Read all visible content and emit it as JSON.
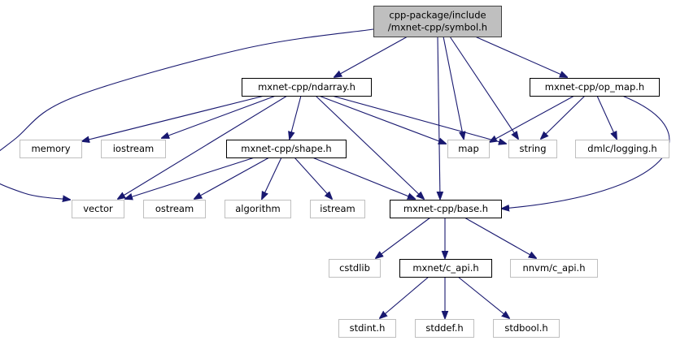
{
  "graph": {
    "title": "Include dependency graph for symbol.h",
    "colors": {
      "edge": "#191970",
      "root_fill": "#bfbfbf",
      "root_stroke": "#404040",
      "documented_stroke": "#000000",
      "external_stroke": "#bfbfbf",
      "node_fill": "#ffffff"
    },
    "nodes": [
      {
        "id": "symbol",
        "lines": [
          "cpp-package/include",
          "/mxnet-cpp/symbol.h"
        ],
        "kind": "root"
      },
      {
        "id": "ndarray",
        "lines": [
          "mxnet-cpp/ndarray.h"
        ],
        "kind": "documented"
      },
      {
        "id": "op_map",
        "lines": [
          "mxnet-cpp/op_map.h"
        ],
        "kind": "documented"
      },
      {
        "id": "memory",
        "lines": [
          "memory"
        ],
        "kind": "external"
      },
      {
        "id": "iostream",
        "lines": [
          "iostream"
        ],
        "kind": "external"
      },
      {
        "id": "shape",
        "lines": [
          "mxnet-cpp/shape.h"
        ],
        "kind": "documented"
      },
      {
        "id": "map",
        "lines": [
          "map"
        ],
        "kind": "external"
      },
      {
        "id": "string",
        "lines": [
          "string"
        ],
        "kind": "external"
      },
      {
        "id": "logging",
        "lines": [
          "dmlc/logging.h"
        ],
        "kind": "external"
      },
      {
        "id": "vector",
        "lines": [
          "vector"
        ],
        "kind": "external"
      },
      {
        "id": "ostream",
        "lines": [
          "ostream"
        ],
        "kind": "external"
      },
      {
        "id": "algorithm",
        "lines": [
          "algorithm"
        ],
        "kind": "external"
      },
      {
        "id": "istream",
        "lines": [
          "istream"
        ],
        "kind": "external"
      },
      {
        "id": "base",
        "lines": [
          "mxnet-cpp/base.h"
        ],
        "kind": "documented"
      },
      {
        "id": "cstdlib",
        "lines": [
          "cstdlib"
        ],
        "kind": "external"
      },
      {
        "id": "c_api",
        "lines": [
          "mxnet/c_api.h"
        ],
        "kind": "documented"
      },
      {
        "id": "nnvm_c_api",
        "lines": [
          "nnvm/c_api.h"
        ],
        "kind": "external"
      },
      {
        "id": "stdint",
        "lines": [
          "stdint.h"
        ],
        "kind": "external"
      },
      {
        "id": "stddef",
        "lines": [
          "stddef.h"
        ],
        "kind": "external"
      },
      {
        "id": "stdbool",
        "lines": [
          "stdbool.h"
        ],
        "kind": "external"
      }
    ],
    "edges": [
      {
        "from": "symbol",
        "to": "ndarray"
      },
      {
        "from": "symbol",
        "to": "vector"
      },
      {
        "from": "symbol",
        "to": "map"
      },
      {
        "from": "symbol",
        "to": "string"
      },
      {
        "from": "symbol",
        "to": "base"
      },
      {
        "from": "symbol",
        "to": "op_map"
      },
      {
        "from": "ndarray",
        "to": "memory"
      },
      {
        "from": "ndarray",
        "to": "iostream"
      },
      {
        "from": "ndarray",
        "to": "shape"
      },
      {
        "from": "ndarray",
        "to": "vector"
      },
      {
        "from": "ndarray",
        "to": "map"
      },
      {
        "from": "ndarray",
        "to": "string"
      },
      {
        "from": "ndarray",
        "to": "base"
      },
      {
        "from": "op_map",
        "to": "map"
      },
      {
        "from": "op_map",
        "to": "string"
      },
      {
        "from": "op_map",
        "to": "logging"
      },
      {
        "from": "op_map",
        "to": "base"
      },
      {
        "from": "shape",
        "to": "vector"
      },
      {
        "from": "shape",
        "to": "ostream"
      },
      {
        "from": "shape",
        "to": "algorithm"
      },
      {
        "from": "shape",
        "to": "istream"
      },
      {
        "from": "shape",
        "to": "base"
      },
      {
        "from": "base",
        "to": "cstdlib"
      },
      {
        "from": "base",
        "to": "c_api"
      },
      {
        "from": "base",
        "to": "nnvm_c_api"
      },
      {
        "from": "c_api",
        "to": "stdint"
      },
      {
        "from": "c_api",
        "to": "stddef"
      },
      {
        "from": "c_api",
        "to": "stdbool"
      }
    ]
  }
}
